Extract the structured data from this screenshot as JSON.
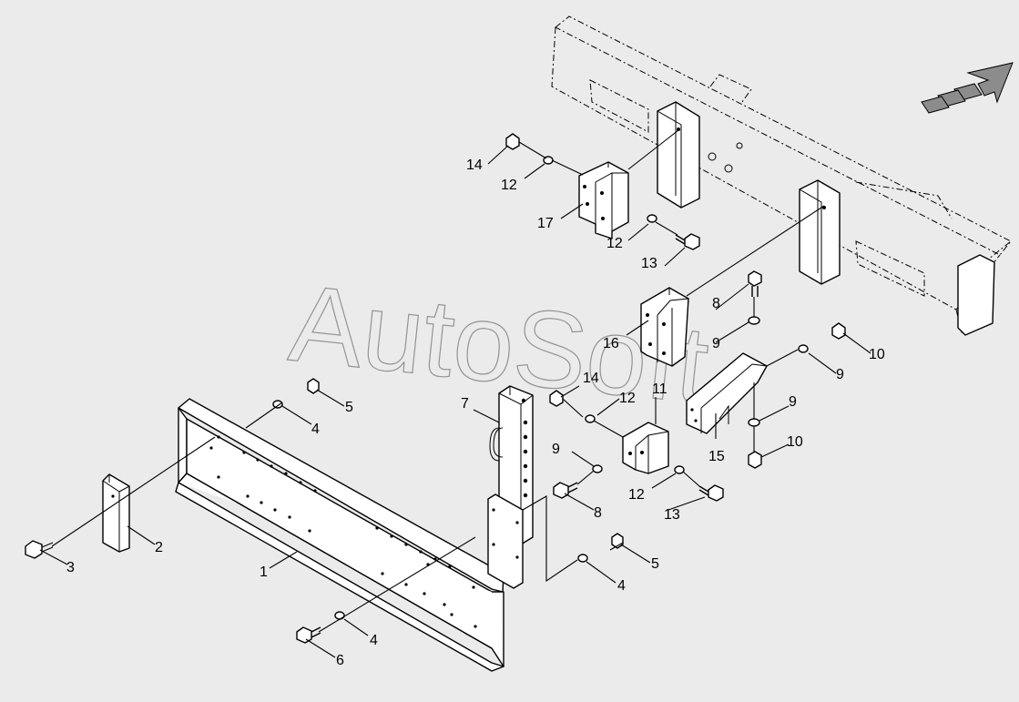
{
  "watermark": "AutoSoft",
  "callouts": [
    {
      "id": "c1",
      "text": "1"
    },
    {
      "id": "c2",
      "text": "2"
    },
    {
      "id": "c3",
      "text": "3"
    },
    {
      "id": "c4a",
      "text": "4"
    },
    {
      "id": "c4b",
      "text": "4"
    },
    {
      "id": "c4c",
      "text": "4"
    },
    {
      "id": "c5a",
      "text": "5"
    },
    {
      "id": "c5b",
      "text": "5"
    },
    {
      "id": "c6",
      "text": "6"
    },
    {
      "id": "c7",
      "text": "7"
    },
    {
      "id": "c8a",
      "text": "8"
    },
    {
      "id": "c8b",
      "text": "8"
    },
    {
      "id": "c9a",
      "text": "9"
    },
    {
      "id": "c9b",
      "text": "9"
    },
    {
      "id": "c9c",
      "text": "9"
    },
    {
      "id": "c9d",
      "text": "9"
    },
    {
      "id": "c10a",
      "text": "10"
    },
    {
      "id": "c10b",
      "text": "10"
    },
    {
      "id": "c11",
      "text": "11"
    },
    {
      "id": "c12a",
      "text": "12"
    },
    {
      "id": "c12b",
      "text": "12"
    },
    {
      "id": "c12c",
      "text": "12"
    },
    {
      "id": "c12d",
      "text": "12"
    },
    {
      "id": "c13a",
      "text": "13"
    },
    {
      "id": "c13b",
      "text": "13"
    },
    {
      "id": "c14a",
      "text": "14"
    },
    {
      "id": "c14b",
      "text": "14"
    },
    {
      "id": "c15",
      "text": "15"
    },
    {
      "id": "c16",
      "text": "16"
    },
    {
      "id": "c17",
      "text": "17"
    }
  ],
  "colors": {
    "background": "#ebebeb",
    "line": "#000000",
    "watermark": "#8a8a8a",
    "arrow": "#8c8c8c"
  }
}
